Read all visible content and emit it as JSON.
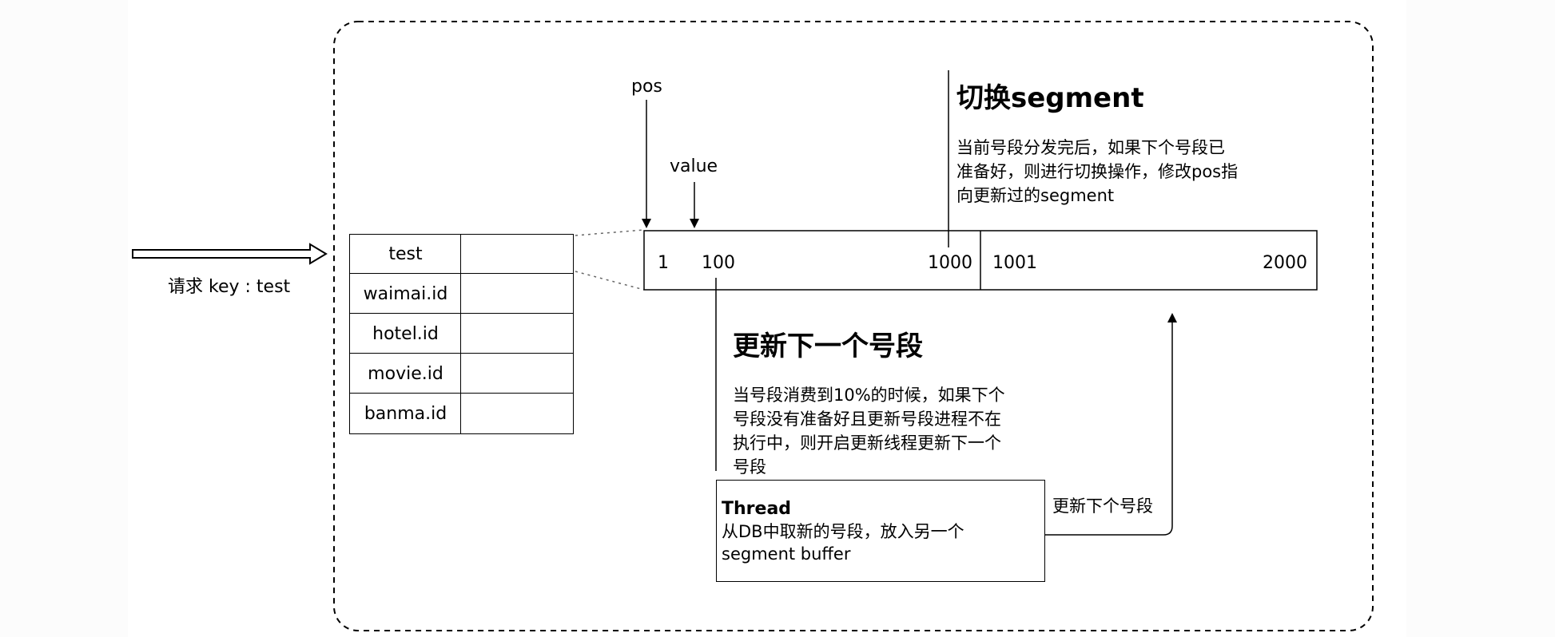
{
  "request_label": "请求 key : test",
  "key_table": {
    "rows": [
      "test",
      "waimai.id",
      "hotel.id",
      "movie.id",
      "banma.id"
    ]
  },
  "pointers": {
    "pos_label": "pos",
    "value_label": "value"
  },
  "segments": {
    "first": {
      "start": "1",
      "current": "100",
      "end": "1000"
    },
    "second": {
      "start": "1001",
      "end": "2000"
    }
  },
  "switch_note": {
    "title": "切换segment",
    "text": "当前号段分发完后，如果下个号段已\n准备好，则进行切换操作，修改pos指\n向更新过的segment"
  },
  "update_note": {
    "title": "更新下一个号段",
    "text": "当号段消费到10%的时候，如果下个\n号段没有准备好且更新号段进程不在\n执行中，则开启更新线程更新下一个\n号段"
  },
  "thread_box": {
    "title": "Thread",
    "text": "从DB中取新的号段，放入另一个\nsegment buffer"
  },
  "update_arrow_label": "更新下个号段"
}
